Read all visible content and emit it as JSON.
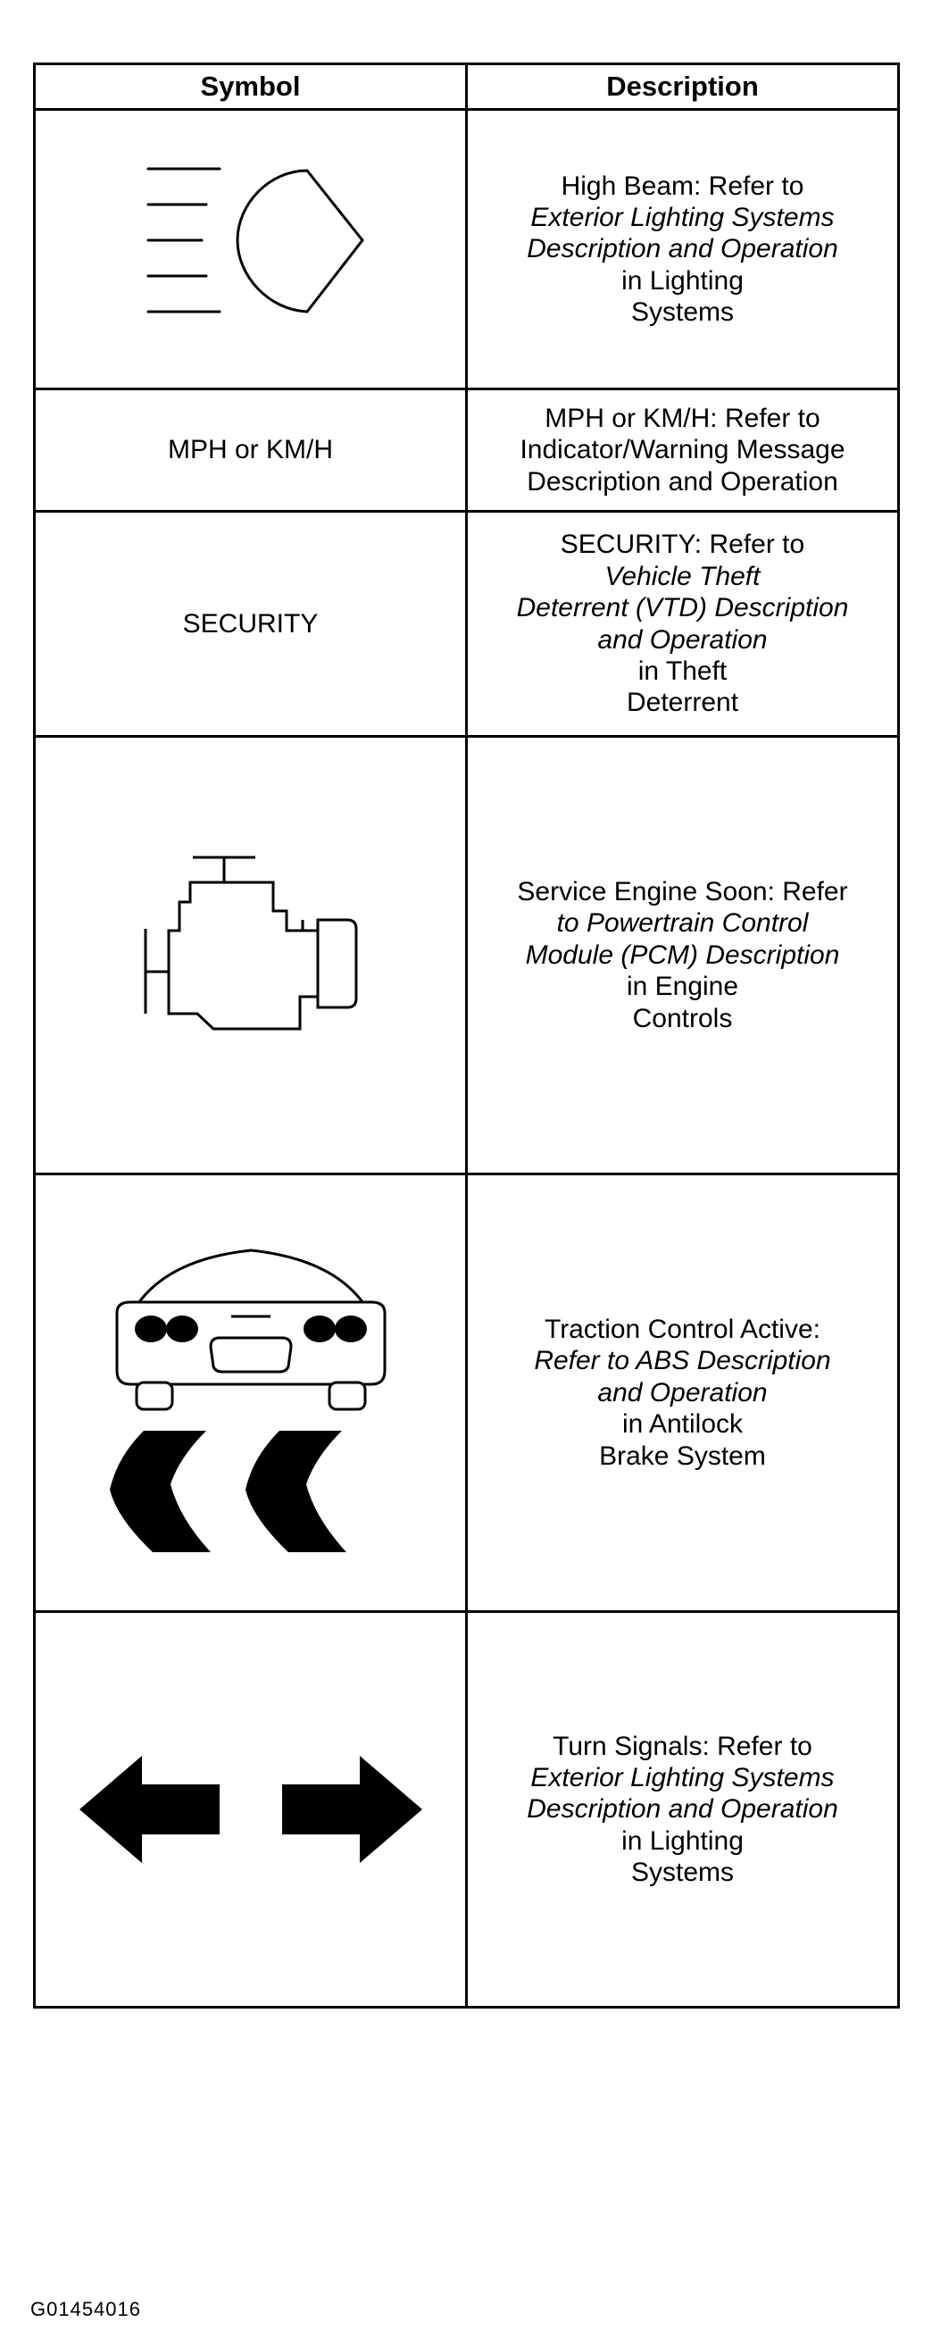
{
  "table": {
    "header_symbol": "Symbol",
    "header_description": "Description",
    "rows": [
      {
        "symbol_icon": "high-beam-icon",
        "description": [
          "High Beam: Refer to",
          "Exterior Lighting Systems",
          "Description and Operation",
          "in Lighting",
          "Systems"
        ]
      },
      {
        "symbol_text": "MPH or KM/H",
        "description": [
          "MPH or KM/H: Refer to",
          "Indicator/Warning Message",
          "Description and Operation"
        ]
      },
      {
        "symbol_text": "SECURITY",
        "description": [
          "SECURITY: Refer to",
          "Vehicle Theft",
          "Deterrent (VTD) Description",
          "and Operation",
          "in Theft",
          "Deterrent"
        ]
      },
      {
        "symbol_icon": "engine-icon",
        "description": [
          "Service Engine Soon: Refer",
          "to Powertrain Control",
          "Module (PCM) Description",
          "in Engine",
          "Controls"
        ]
      },
      {
        "symbol_icon": "traction-control-icon",
        "description": [
          "Traction Control Active:",
          "Refer to ABS Description",
          "and Operation",
          "in Antilock",
          "Brake System"
        ]
      },
      {
        "symbol_icon": "turn-signals-icon",
        "description": [
          "Turn Signals: Refer to",
          "Exterior Lighting Systems",
          "Description and Operation",
          "in Lighting",
          "Systems"
        ]
      }
    ]
  },
  "footer": {
    "code": "G01454016"
  }
}
